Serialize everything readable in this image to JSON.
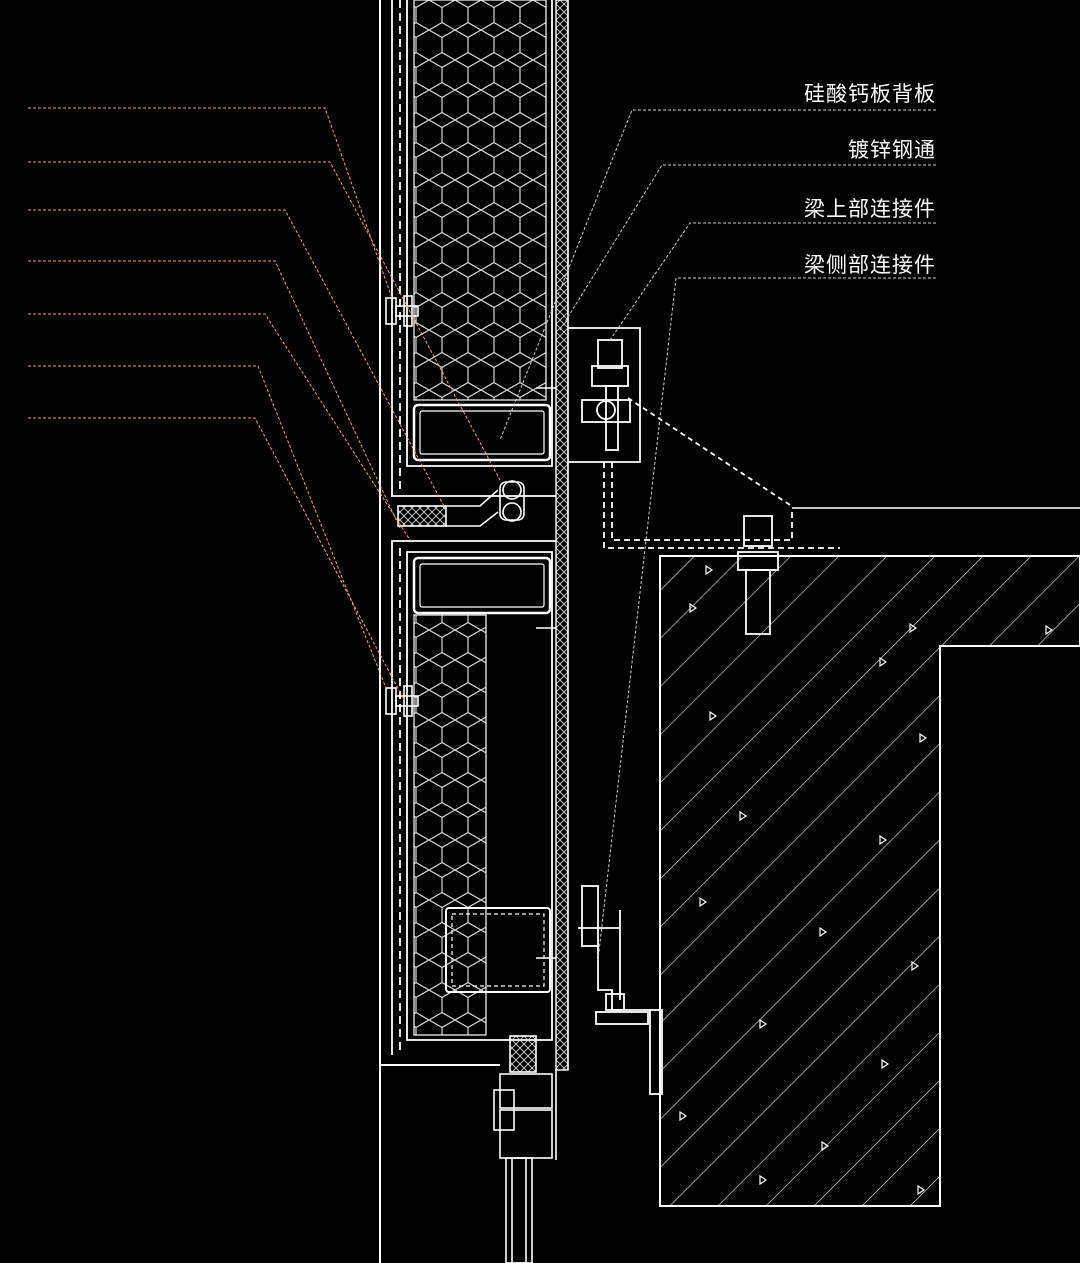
{
  "diagram": {
    "type": "curtain-wall-section-detail",
    "background_color": "#000000",
    "line_color": "#ffffff",
    "leader_color": "#f4a27a",
    "callouts": [
      {
        "text": "硅酸钙板背板"
      },
      {
        "text": "镀锌钢通"
      },
      {
        "text": "梁上部连接件"
      },
      {
        "text": "梁侧部连接件"
      }
    ],
    "unlabeled_leaders": 7
  }
}
